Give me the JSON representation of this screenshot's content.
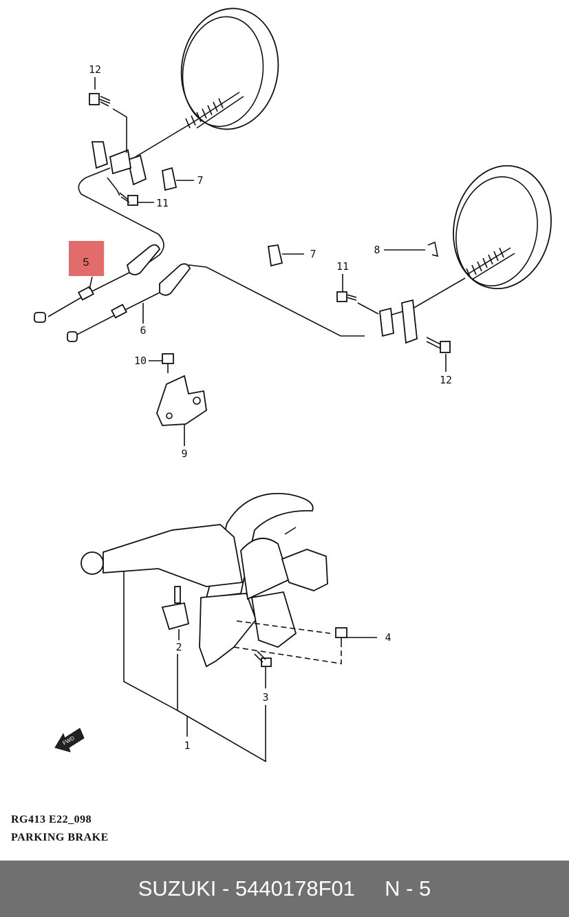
{
  "callouts": {
    "c1": "1",
    "c2": "2",
    "c3": "3",
    "c4": "4",
    "c5": "5",
    "c6": "6",
    "c7a": "7",
    "c7b": "7",
    "c8": "8",
    "c9": "9",
    "c10": "10",
    "c11a": "11",
    "c11b": "11",
    "c12a": "12",
    "c12b": "12"
  },
  "highlight": {
    "label": "5",
    "color": "#e26c6c"
  },
  "fwd_label": "FWD",
  "caption": {
    "code": "RG413  E22_098",
    "title": "PARKING BRAKE"
  },
  "footer": {
    "part": "SUZUKI - 5440178F01",
    "position": "N - 5"
  }
}
